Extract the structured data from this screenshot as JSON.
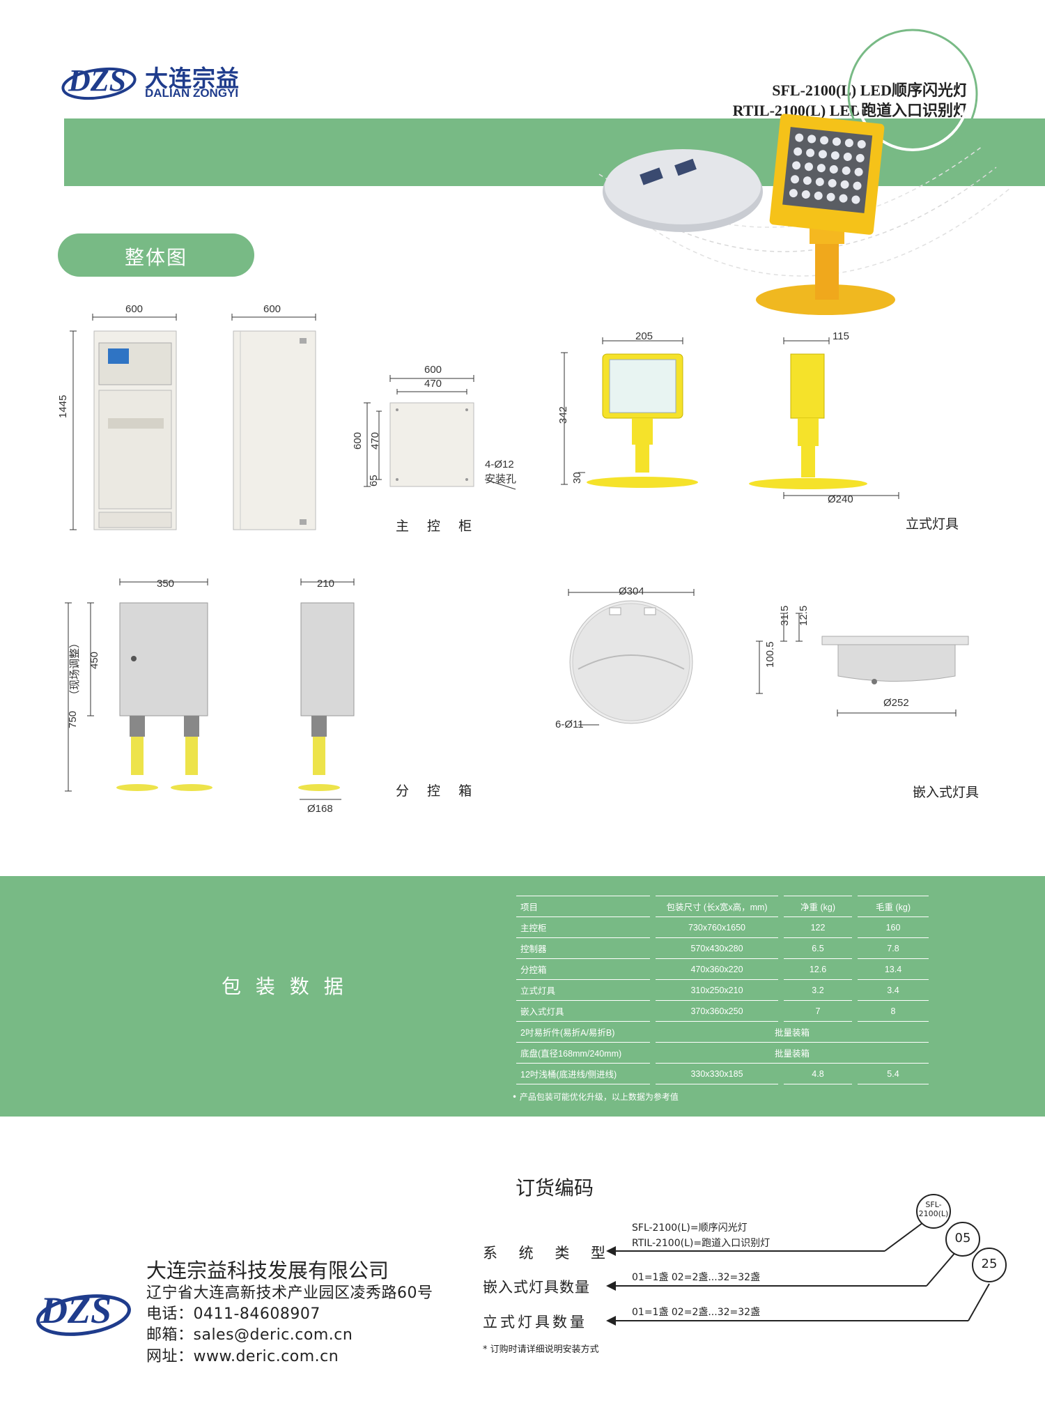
{
  "brand": {
    "logo_text": "DZS",
    "name_cn": "大连宗益",
    "name_en": "DALIAN ZONGYI"
  },
  "header": {
    "title_line1": "SFL-2100(L) LED顺序闪光灯",
    "title_line2": "RTIL-2100(L) LED跑道入口识别灯"
  },
  "section": {
    "overview_tab": "整体图"
  },
  "drawings": {
    "cabinet": {
      "label": "主 控 柜",
      "front_width": "600",
      "side_width": "600",
      "height": "1445",
      "base_w_outer": "600",
      "base_w_inner": "470",
      "base_h_outer": "600",
      "base_h_inner": "470",
      "base_edge": "65",
      "holes": "4-Ø12",
      "holes_note": "安装孔"
    },
    "standing_light": {
      "label": "立式灯具",
      "front_width": "205",
      "height": "342",
      "base_h": "30",
      "side_width": "115",
      "base_dia": "Ø240"
    },
    "sub_box": {
      "label": "分 控 箱",
      "front_width": "350",
      "side_width": "210",
      "box_height": "450",
      "total_height": "750",
      "adjust_note": "（现场调整）",
      "pole_dia": "Ø168"
    },
    "inset_light": {
      "label": "嵌入式灯具",
      "top_dia": "Ø304",
      "holes": "6-Ø11",
      "h1": "31.5",
      "h2": "12.5",
      "total_h": "100.5",
      "bottom_dia": "Ø252"
    }
  },
  "packaging": {
    "title": "包 装 数 据",
    "headers": [
      "项目",
      "包装尺寸 (长x宽x高，mm)",
      "净重 (kg)",
      "毛重 (kg)"
    ],
    "rows": [
      {
        "item": "主控柜",
        "size": "730x760x1650",
        "net": "122",
        "gross": "160"
      },
      {
        "item": "控制器",
        "size": "570x430x280",
        "net": "6.5",
        "gross": "7.8"
      },
      {
        "item": "分控箱",
        "size": "470x360x220",
        "net": "12.6",
        "gross": "13.4"
      },
      {
        "item": "立式灯具",
        "size": "310x250x210",
        "net": "3.2",
        "gross": "3.4"
      },
      {
        "item": "嵌入式灯具",
        "size": "370x360x250",
        "net": "7",
        "gross": "8"
      }
    ],
    "bulk_rows": [
      {
        "item": "2吋易折件(易折A/易折B)",
        "note": "批量装箱"
      },
      {
        "item": "底盘(直径168mm/240mm)",
        "note": "批量装箱"
      }
    ],
    "last_row": {
      "item": "12吋浅桶(底进线/侧进线)",
      "size": "330x330x185",
      "net": "4.8",
      "gross": "5.4"
    },
    "footnote": "• 产品包装可能优化升级，以上数据为参考值"
  },
  "ordering": {
    "title": "订货编码",
    "rows": [
      {
        "label": "系 统 类 型",
        "desc1": "SFL-2100(L)=顺序闪光灯",
        "desc2": "RTIL-2100(L)=跑道入口识别灯"
      },
      {
        "label": "嵌入式灯具数量",
        "desc1": "01=1盏 02=2盏...32=32盏"
      },
      {
        "label": "立式灯具数量",
        "desc1": "01=1盏 02=2盏...32=32盏"
      }
    ],
    "codes": [
      "SFL-\n2100(L)",
      "05",
      "25"
    ],
    "note": "* 订购时请详细说明安装方式"
  },
  "company": {
    "name": "大连宗益科技发展有限公司",
    "address": "辽宁省大连高新技术产业园区凌秀路60号",
    "phone": "电话：0411-84608907",
    "email": "邮箱：sales@deric.com.cn",
    "web": "网址：www.deric.com.cn"
  },
  "colors": {
    "green": "#78ba85",
    "navy": "#1f3c8c",
    "yellow": "#f5c219",
    "orange": "#f0a81c"
  }
}
